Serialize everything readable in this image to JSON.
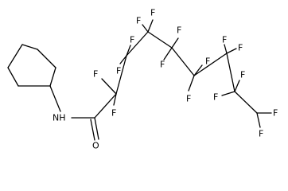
{
  "molecule": {
    "atoms": [
      {
        "id": "F1",
        "label": "F"
      },
      {
        "id": "F2",
        "label": "F"
      },
      {
        "id": "F3",
        "label": "F"
      },
      {
        "id": "F4",
        "label": "F"
      },
      {
        "id": "F5",
        "label": "F"
      },
      {
        "id": "F6",
        "label": "F"
      },
      {
        "id": "F7",
        "label": "F"
      },
      {
        "id": "F8",
        "label": "F"
      },
      {
        "id": "F9",
        "label": "F"
      },
      {
        "id": "F10",
        "label": "F"
      },
      {
        "id": "F11",
        "label": "F"
      },
      {
        "id": "F12",
        "label": "F"
      },
      {
        "id": "F13",
        "label": "F"
      },
      {
        "id": "F14",
        "label": "F"
      },
      {
        "id": "F15",
        "label": "F"
      },
      {
        "id": "F16",
        "label": "F"
      },
      {
        "id": "NH",
        "label": "NH"
      },
      {
        "id": "O",
        "label": "O"
      }
    ]
  }
}
